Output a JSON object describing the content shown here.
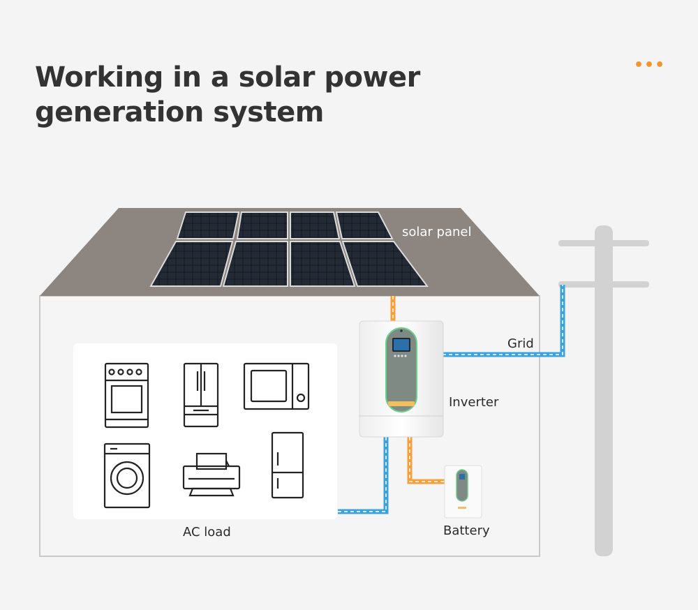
{
  "title": "Working in a solar power generation system",
  "labels": {
    "solar_panel": "solar panel",
    "grid": "Grid",
    "inverter": "Inverter",
    "battery": "Battery",
    "ac_load": "AC load"
  },
  "colors": {
    "dc_line": "#f5a03a",
    "ac_line": "#3aa2e0",
    "roof": "#8c8580",
    "accent": "#f0962e"
  },
  "icons": [
    "more-dots-icon",
    "stove-icon",
    "fridge-icon",
    "microwave-icon",
    "washing-machine-icon",
    "printer-icon",
    "refrigerator-icon"
  ]
}
